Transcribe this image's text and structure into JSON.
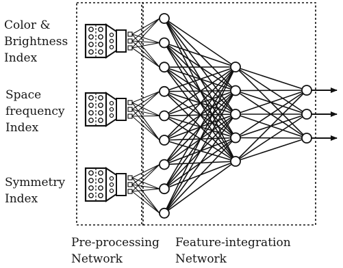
{
  "inputs": [
    {
      "lines": [
        "Color &",
        "Brightness",
        "Index"
      ]
    },
    {
      "lines": [
        "Space",
        "frequency",
        "Index"
      ]
    },
    {
      "lines": [
        "Symmetry",
        "Index"
      ]
    }
  ],
  "networks": {
    "preprocessing": {
      "lines": [
        "Pre-processing",
        "Network"
      ]
    },
    "integration": {
      "lines": [
        "Feature-integration",
        "Network"
      ]
    }
  },
  "structure": {
    "input_layer_nodes": 9,
    "hidden_layer_nodes": 5,
    "output_layer_nodes": 3,
    "preprocessing_modules": 3,
    "outputs_arrowed": true
  },
  "colors": {
    "ink": "#111111",
    "background": "#ffffff"
  }
}
